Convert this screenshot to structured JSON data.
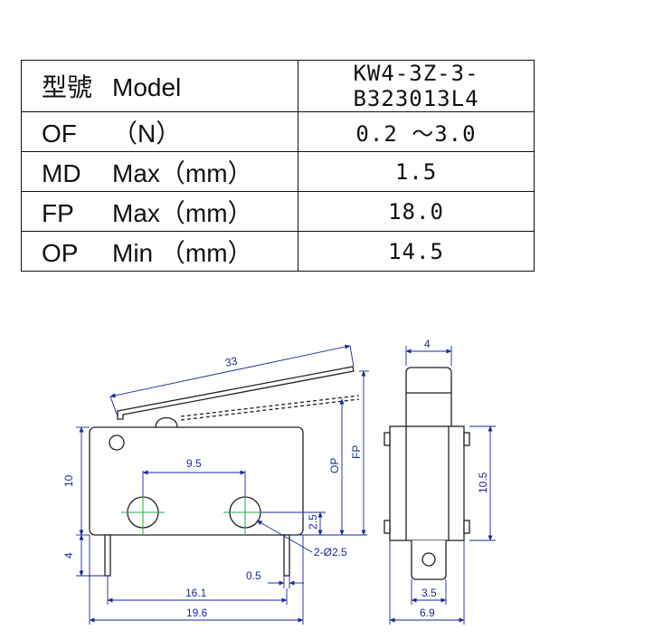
{
  "spec_table": {
    "rows": [
      {
        "key_a": "型號",
        "key_b": "Model",
        "value": "KW4-3Z-3-B323013L4"
      },
      {
        "key_a": "OF",
        "key_b": "（N）",
        "value": "0.2 ～3.0"
      },
      {
        "key_a": "MD",
        "key_b": "Max（mm）",
        "value": "1.5"
      },
      {
        "key_a": "FP",
        "key_b": "Max（mm）",
        "value": "18.0"
      },
      {
        "key_a": "OP",
        "key_b": "Min （mm）",
        "value": "14.5"
      }
    ]
  },
  "drawing": {
    "dims": {
      "lever_length": "33",
      "pin_spacing": "9.5",
      "body_height": "10",
      "terminal_length": "4",
      "hole_offset": "2.5",
      "hole_diameter": "2-Ø2.5",
      "terminal_thickness": "0.5",
      "terminal_span": "16.1",
      "body_length": "19.6",
      "op_label": "OP",
      "fp_label": "FP",
      "actuator_width": "4",
      "side_height": "10.5",
      "side_terminal_width": "3.5",
      "side_width": "6.9"
    },
    "colors": {
      "outline": "#222222",
      "dimension": "#1a2a9a",
      "centerline": "#22aa44"
    }
  }
}
